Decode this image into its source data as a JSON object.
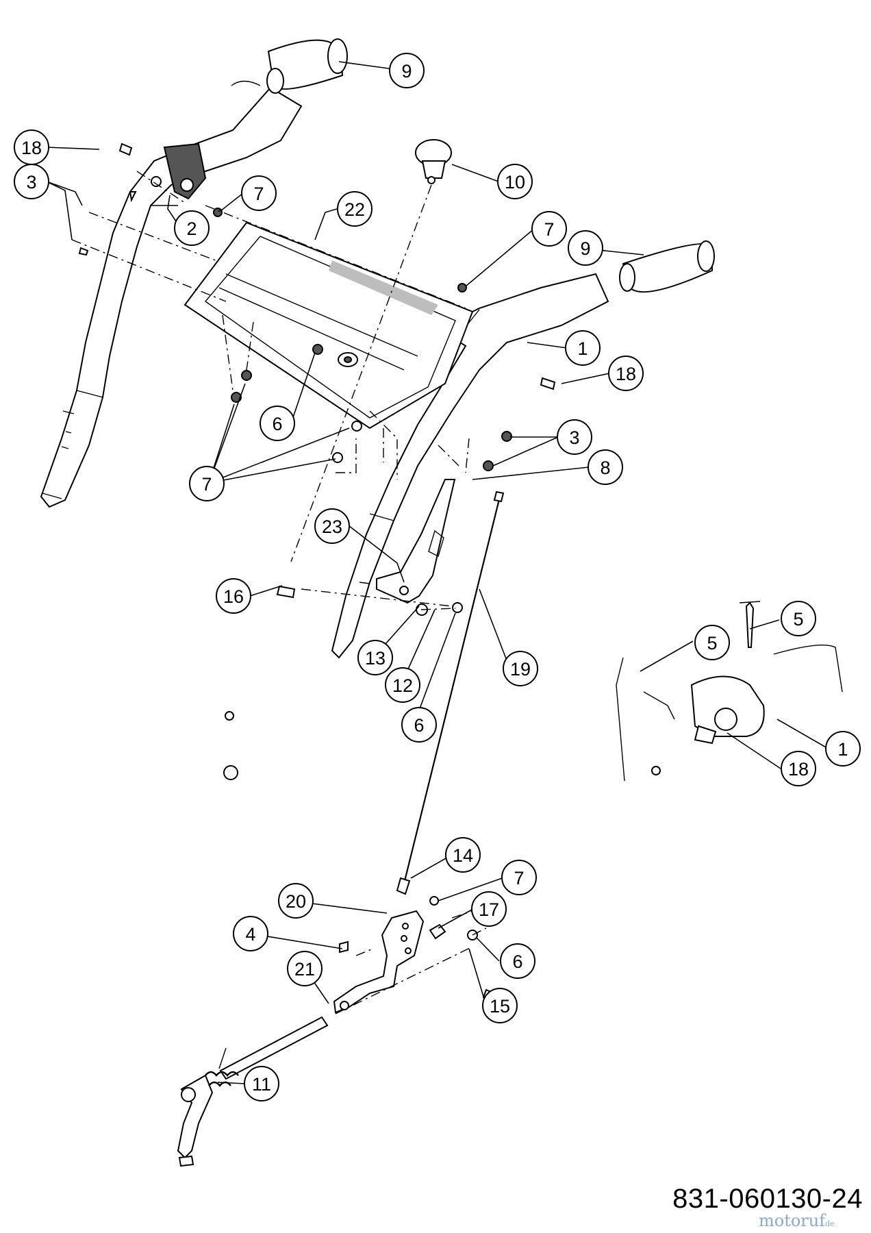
{
  "drawing_number": "831-060130-24",
  "watermark": {
    "name": "motoruf",
    "tld": "de"
  },
  "callouts": [
    {
      "id": "c9a",
      "label": "9"
    },
    {
      "id": "c18a",
      "label": "18"
    },
    {
      "id": "c3a",
      "label": "3"
    },
    {
      "id": "c7a",
      "label": "7"
    },
    {
      "id": "c2",
      "label": "2"
    },
    {
      "id": "c22",
      "label": "22"
    },
    {
      "id": "c10",
      "label": "10"
    },
    {
      "id": "c7b",
      "label": "7"
    },
    {
      "id": "c9b",
      "label": "9"
    },
    {
      "id": "c1a",
      "label": "1"
    },
    {
      "id": "c18b",
      "label": "18"
    },
    {
      "id": "c6a",
      "label": "6"
    },
    {
      "id": "c3b",
      "label": "3"
    },
    {
      "id": "c7c",
      "label": "7"
    },
    {
      "id": "c8",
      "label": "8"
    },
    {
      "id": "c23",
      "label": "23"
    },
    {
      "id": "c16",
      "label": "16"
    },
    {
      "id": "c13",
      "label": "13"
    },
    {
      "id": "c12",
      "label": "12"
    },
    {
      "id": "c6b",
      "label": "6"
    },
    {
      "id": "c19",
      "label": "19"
    },
    {
      "id": "c5a",
      "label": "5"
    },
    {
      "id": "c5b",
      "label": "5"
    },
    {
      "id": "c1b",
      "label": "1"
    },
    {
      "id": "c18c",
      "label": "18"
    },
    {
      "id": "c14",
      "label": "14"
    },
    {
      "id": "c7d",
      "label": "7"
    },
    {
      "id": "c20",
      "label": "20"
    },
    {
      "id": "c17",
      "label": "17"
    },
    {
      "id": "c4",
      "label": "4"
    },
    {
      "id": "c6c",
      "label": "6"
    },
    {
      "id": "c21",
      "label": "21"
    },
    {
      "id": "c15",
      "label": "15"
    },
    {
      "id": "c11",
      "label": "11"
    }
  ]
}
